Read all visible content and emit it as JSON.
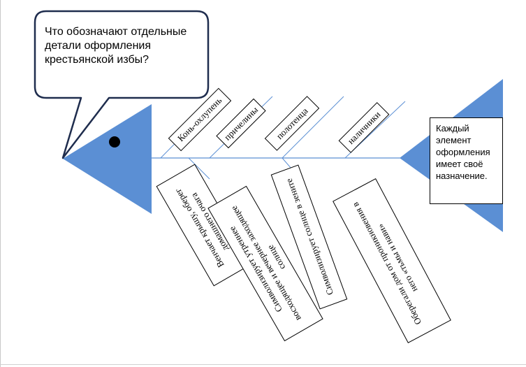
{
  "question": "Что обозначают отдельные детали оформления крестьянской избы?",
  "conclusion": "Каждый элемент оформления имеет своё назначение.",
  "colors": {
    "fish": "#5b8fd4",
    "outline": "#1f2d4e",
    "spine": "#5b8fd4"
  },
  "bones": [
    {
      "label": "Конь-охлупень",
      "meaning": "Венчает крышу, оберег домашнего очага"
    },
    {
      "label": "причелины",
      "meaning": "Символизирует утреннее восходящее и вечернее заходящее солнце"
    },
    {
      "label": "полотенца",
      "meaning": "Символизирует солнце в зените"
    },
    {
      "label": "наличники",
      "meaning": "Оберегали дом от проникновения в него «тьмы и нави»"
    }
  ]
}
